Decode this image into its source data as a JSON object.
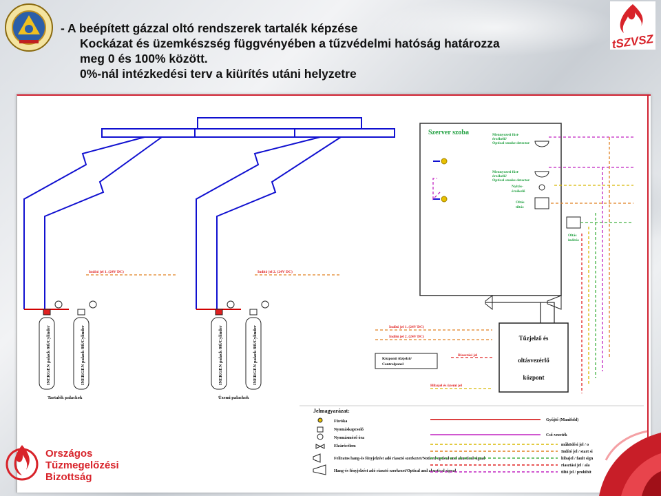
{
  "heading": {
    "line1": "- A beépített gázzal oltó rendszerek tartalék képzése",
    "line2": "Kockázat és üzemkészség függvényében a tűzvédelmi hatóság határozza",
    "line3": "meg 0 és 100% között.",
    "line4": "0%-nál intézkedési terv a kiürítés utáni helyzetre"
  },
  "logos": {
    "top_right_text": "tSZVSZ",
    "bottom_left_org": [
      "Országos",
      "Tűzmegelőzési",
      "Bizottság"
    ]
  },
  "diagram": {
    "server_room": "Szerver szoba",
    "detector1": [
      "Mennyezeti füst-",
      "érzékelő/",
      "Optical smoke detector"
    ],
    "detector2": [
      "Mennyezeti füst-",
      "érzékelő/",
      "Optical smoke detector"
    ],
    "door_contact": [
      "Nyitás-",
      "érzékelő"
    ],
    "release_button": [
      "Oltás",
      "tiltás"
    ],
    "release_button2": [
      "Oltás",
      "indítás"
    ],
    "trigger1": "Indító jel 1.  (24V DC)",
    "trigger2": "Indító jel 2.  (24V DC)",
    "trigger_panel1": "Indító jel 1.  (24V DC)",
    "trigger_panel2": "Indító jel 2.  (24V DC)",
    "cylinder_label": "INERGEN palack 80l/Cylinder",
    "reserve_bottles": "Tartalék palackok",
    "main_bottles": "Üzemi palackok",
    "panel_lines": [
      "Tűzjelző és",
      "oltásvezérlő",
      "központ"
    ],
    "control_panel": [
      "Központi tűzjelző/",
      "Controlpanel"
    ],
    "fire_signal": "Riasztási jel",
    "fault_signal": "Hibajel és üzemi jel",
    "legend_title": "Jelmagyarázat:",
    "legend_left": [
      "Fúvóka",
      "Nyomáskapcsoló",
      "Nyomásmérő óra",
      "Elzárócélem",
      "Feliratos hang-és fényjelzést adó riasztó szerkezet/Noticed optical and akustical signal",
      "Hang-és fényjelzést adó riasztó szerkezet/Optical and akustical signal"
    ],
    "legend_right": [
      "Gyűjtő (Manifold)",
      "Cső-vezeték",
      "működési jel / o",
      "Indító jel / start si",
      "hibajel / fault sign",
      "riasztási jel / ala",
      "tiltó jel / prohibit"
    ],
    "colors": {
      "pipe": "#1010d0",
      "manifold": "#d00000",
      "purple": "#c020c0",
      "yellow": "#d8b800",
      "orange": "#e08020",
      "green": "#40b040",
      "red": "#e02020",
      "brand_red": "#d8232a"
    }
  }
}
